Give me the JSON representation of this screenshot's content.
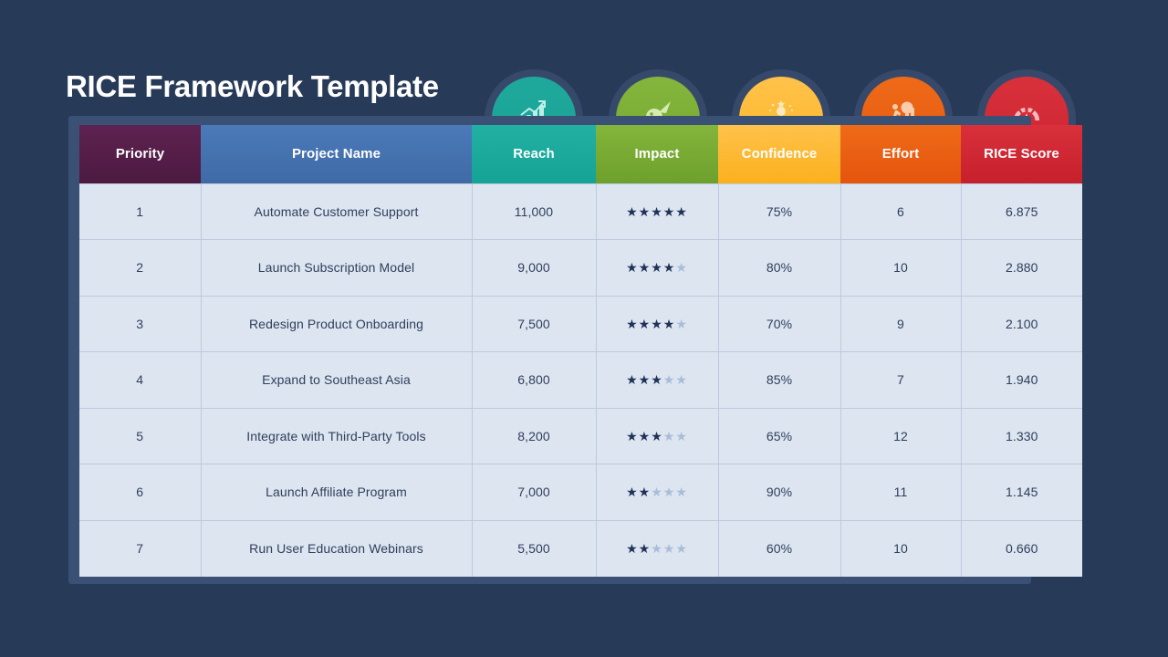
{
  "page": {
    "title": "RICE Framework Template",
    "background_color": "#273a58",
    "panel_color": "#3a5075",
    "cell_color": "#dce5f0",
    "cell_text_color": "#2f3f5c"
  },
  "table": {
    "columns": [
      {
        "key": "priority",
        "label": "Priority",
        "color": "#4c1a41",
        "icon": null
      },
      {
        "key": "project",
        "label": "Project Name",
        "color": "#3f6aa6",
        "icon": null
      },
      {
        "key": "reach",
        "label": "Reach",
        "color": "#17a094",
        "icon": "bar-chart-growth-icon"
      },
      {
        "key": "impact",
        "label": "Impact",
        "color": "#74a630",
        "icon": "comet-icon"
      },
      {
        "key": "confidence",
        "label": "Confidence",
        "color": "#fdb41f",
        "icon": "confident-person-icon"
      },
      {
        "key": "effort",
        "label": "Effort",
        "color": "#e5560e",
        "icon": "person-pushing-boulder-icon"
      },
      {
        "key": "score",
        "label": "RICE Score",
        "color": "#c9222e",
        "icon": "speedometer-gauge-icon"
      }
    ],
    "rows": [
      {
        "priority": "1",
        "project": "Automate Customer Support",
        "reach": "11,000",
        "impact_stars": 5,
        "impact_max": 5,
        "confidence": "75%",
        "effort": "6",
        "score": "6.875"
      },
      {
        "priority": "2",
        "project": "Launch Subscription Model",
        "reach": "9,000",
        "impact_stars": 4,
        "impact_max": 5,
        "confidence": "80%",
        "effort": "10",
        "score": "2.880"
      },
      {
        "priority": "3",
        "project": "Redesign Product Onboarding",
        "reach": "7,500",
        "impact_stars": 4,
        "impact_max": 5,
        "confidence": "70%",
        "effort": "9",
        "score": "2.100"
      },
      {
        "priority": "4",
        "project": "Expand to Southeast Asia",
        "reach": "6,800",
        "impact_stars": 3,
        "impact_max": 5,
        "confidence": "85%",
        "effort": "7",
        "score": "1.940"
      },
      {
        "priority": "5",
        "project": "Integrate with Third-Party Tools",
        "reach": "8,200",
        "impact_stars": 3,
        "impact_max": 5,
        "confidence": "65%",
        "effort": "12",
        "score": "1.330"
      },
      {
        "priority": "6",
        "project": "Launch Affiliate Program",
        "reach": "7,000",
        "impact_stars": 2,
        "impact_max": 5,
        "confidence": "90%",
        "effort": "11",
        "score": "1.145"
      },
      {
        "priority": "7",
        "project": "Run User Education Webinars",
        "reach": "5,500",
        "impact_stars": 2,
        "impact_max": 5,
        "confidence": "60%",
        "effort": "10",
        "score": "0.660"
      }
    ]
  }
}
